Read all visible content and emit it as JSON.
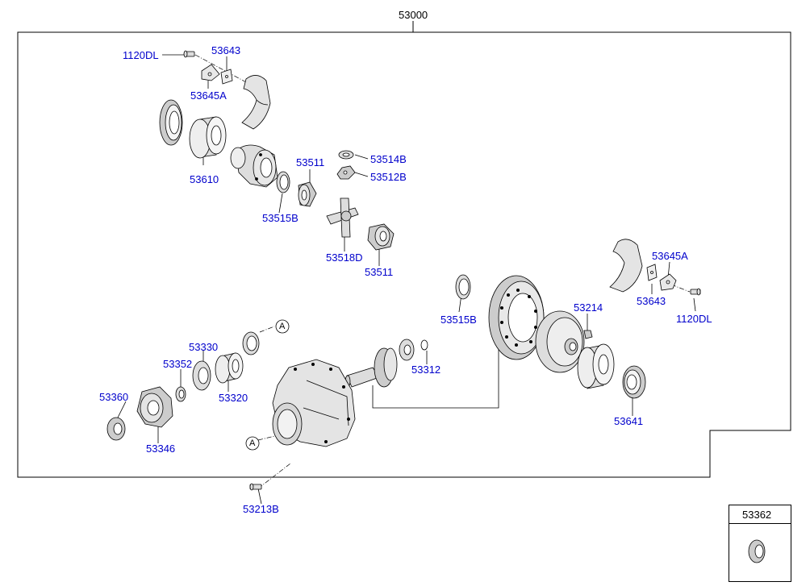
{
  "assembly_number": "53000",
  "callouts": [
    {
      "id": "c1120dl-left",
      "text": "1120DL"
    },
    {
      "id": "c53643-left",
      "text": "53643"
    },
    {
      "id": "c53645a-left",
      "text": "53645A"
    },
    {
      "id": "c53610",
      "text": "53610"
    },
    {
      "id": "c53514b",
      "text": "53514B"
    },
    {
      "id": "c53511-top",
      "text": "53511"
    },
    {
      "id": "c53512b",
      "text": "53512B"
    },
    {
      "id": "c53515b-left",
      "text": "53515B"
    },
    {
      "id": "c53518d",
      "text": "53518D"
    },
    {
      "id": "c53511-bottom",
      "text": "53511"
    },
    {
      "id": "c53645a-right",
      "text": "53645A"
    },
    {
      "id": "c53643-right",
      "text": "53643"
    },
    {
      "id": "c1120dl-right",
      "text": "1120DL"
    },
    {
      "id": "c53214",
      "text": "53214"
    },
    {
      "id": "c53515b-right",
      "text": "53515B"
    },
    {
      "id": "c53330",
      "text": "53330"
    },
    {
      "id": "c53352",
      "text": "53352"
    },
    {
      "id": "c53320",
      "text": "53320"
    },
    {
      "id": "c53312",
      "text": "53312"
    },
    {
      "id": "c53360",
      "text": "53360"
    },
    {
      "id": "c53346",
      "text": "53346"
    },
    {
      "id": "c53641",
      "text": "53641"
    },
    {
      "id": "c53213b",
      "text": "53213B"
    }
  ],
  "ref_marker": "A",
  "inset_box": {
    "title": "53362"
  }
}
